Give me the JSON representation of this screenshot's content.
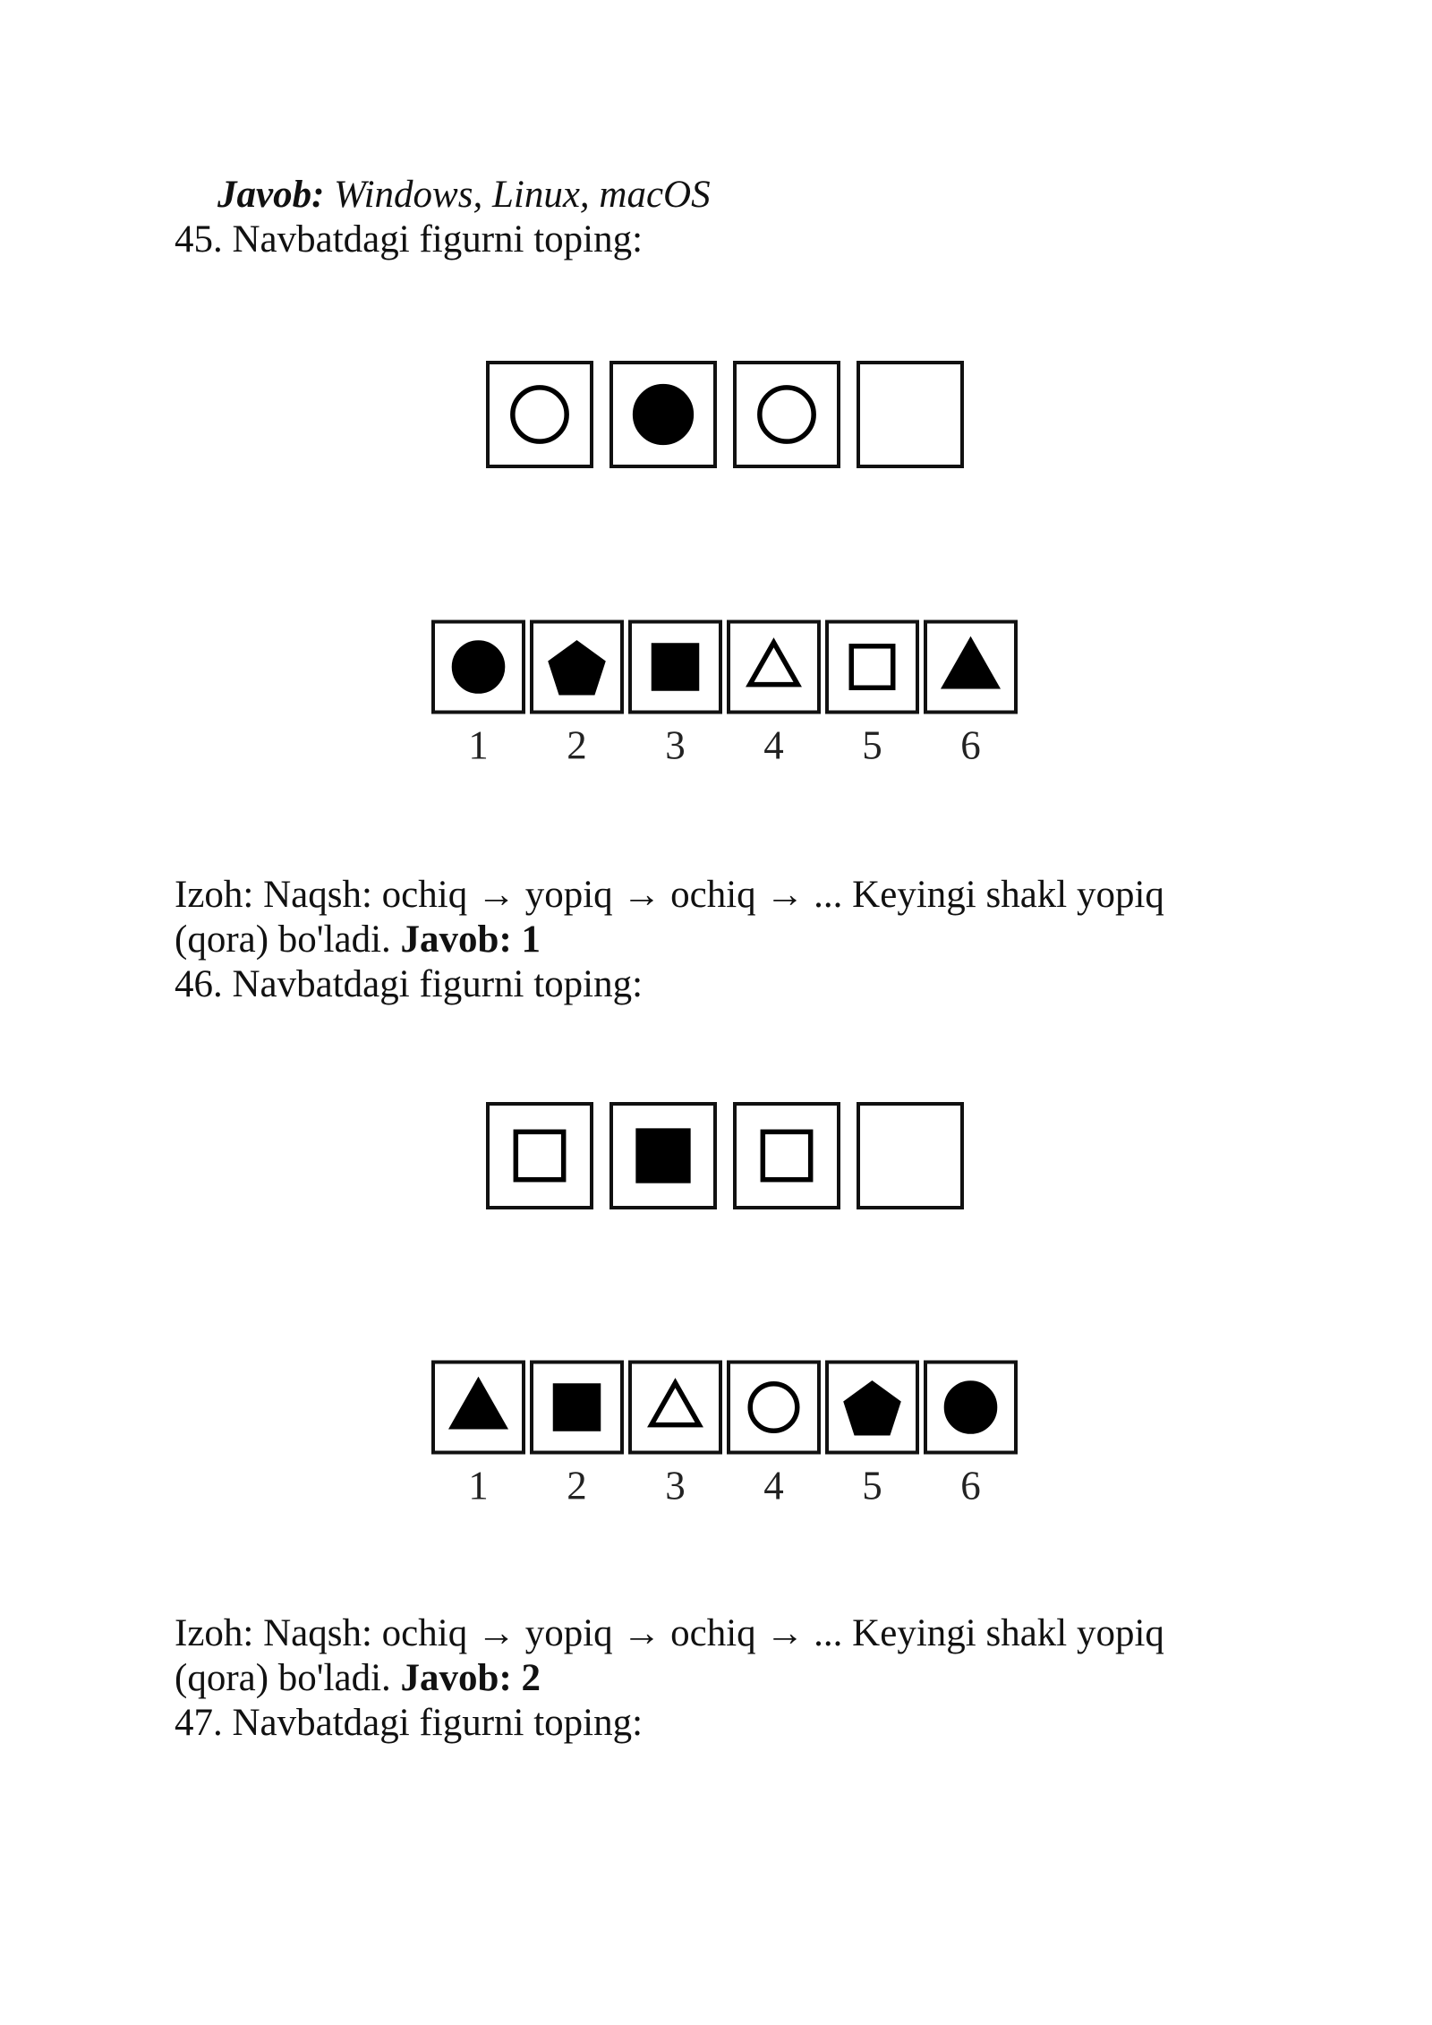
{
  "top_answer": {
    "label": "Javob:",
    "text": "Windows, Linux, macOS"
  },
  "questions": [
    {
      "title": "45. Navbatdagi figurni toping:",
      "sequence": [
        "circle-open",
        "circle-filled",
        "circle-open",
        "empty"
      ],
      "options": [
        "circle-filled",
        "pentagon-filled",
        "square-filled",
        "triangle-open",
        "square-open",
        "triangle-filled"
      ],
      "option_numbers": [
        "1",
        "2",
        "3",
        "4",
        "5",
        "6"
      ],
      "note_line1": "Izoh: Naqsh: ochiq → yopiq → ochiq → ... Keyingi shakl yopiq",
      "note_line2": "(qora) bo'ladi.",
      "answer_label": "Javob: 1"
    },
    {
      "title": "46. Navbatdagi figurni toping:",
      "sequence": [
        "square-open",
        "square-filled",
        "square-open",
        "empty"
      ],
      "options": [
        "triangle-filled",
        "square-filled",
        "triangle-open",
        "circle-open",
        "pentagon-filled",
        "circle-filled"
      ],
      "option_numbers": [
        "1",
        "2",
        "3",
        "4",
        "5",
        "6"
      ],
      "note_line1": "Izoh: Naqsh: ochiq → yopiq → ochiq → ... Keyingi shakl yopiq",
      "note_line2": "(qora) bo'ladi.",
      "answer_label": "Javob: 2"
    },
    {
      "title": "47. Navbatdagi figurni toping:"
    }
  ]
}
